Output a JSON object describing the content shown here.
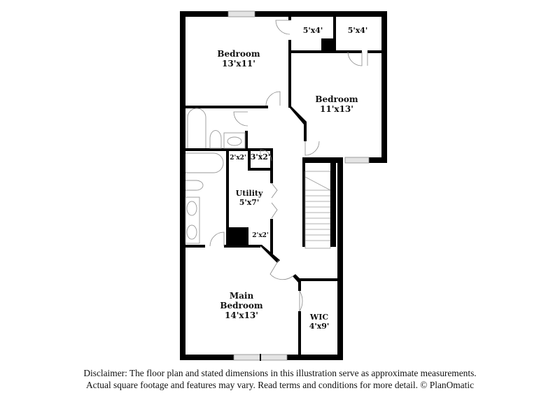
{
  "floor_plan": {
    "rooms": [
      {
        "id": "bedroom-1",
        "name": "Bedroom",
        "dimensions": "13'x11'"
      },
      {
        "id": "closet-1",
        "name": "",
        "dimensions": "5'x4'"
      },
      {
        "id": "closet-2",
        "name": "",
        "dimensions": "5'x4'"
      },
      {
        "id": "bedroom-2",
        "name": "Bedroom",
        "dimensions": "11'x13'"
      },
      {
        "id": "linen-1",
        "name": "",
        "dimensions": "2'x2'"
      },
      {
        "id": "closet-3",
        "name": "",
        "dimensions": "3'x2'"
      },
      {
        "id": "utility",
        "name": "Utility",
        "dimensions": "5'x7'"
      },
      {
        "id": "linen-2",
        "name": "",
        "dimensions": "2'x2'"
      },
      {
        "id": "main-bedroom",
        "name": "Main Bedroom",
        "name_line1": "Main",
        "name_line2": "Bedroom",
        "dimensions": "14'x13'"
      },
      {
        "id": "wic",
        "name": "WIC",
        "dimensions": "4'x9'"
      }
    ],
    "colors": {
      "wall": "#000000",
      "fixture": "#9a9a9a",
      "window": "#d8d8d8",
      "background": "#ffffff"
    }
  },
  "disclaimer": {
    "line1": "Disclaimer: The floor plan and stated dimensions in this illustration serve as approximate measurements.",
    "line2": "Actual square footage and features may vary. Read terms and conditions for more detail. © PlanOmatic"
  }
}
